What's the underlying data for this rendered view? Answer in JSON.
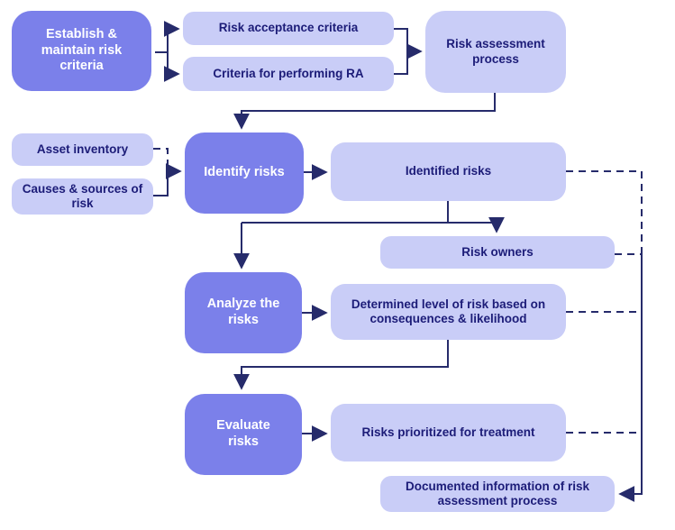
{
  "diagram": {
    "type": "flowchart",
    "colors": {
      "primary_node_fill": "#7b80ea",
      "secondary_node_fill": "#c9cdf7",
      "primary_node_text": "#ffffff",
      "secondary_node_text": "#1c1c78",
      "connector": "#262b6b",
      "background": "#ffffff"
    },
    "nodes": {
      "establish": {
        "label": "Establish & maintain risk criteria"
      },
      "acceptance": {
        "label": "Risk acceptance criteria"
      },
      "performing_ra": {
        "label": "Criteria for performing RA"
      },
      "process": {
        "label": "Risk assessment process"
      },
      "asset_inventory": {
        "label": "Asset inventory"
      },
      "causes_sources": {
        "label": "Causes & sources of risk"
      },
      "identify": {
        "label": "Identify risks"
      },
      "identified": {
        "label": "Identified risks"
      },
      "risk_owners": {
        "label": "Risk owners"
      },
      "analyze": {
        "label": "Analyze the risks"
      },
      "determined_level": {
        "label": "Determined level of risk based on consequences & likelihood"
      },
      "evaluate": {
        "label": "Evaluate risks"
      },
      "prioritized": {
        "label": "Risks prioritized for treatment"
      },
      "documented": {
        "label": "Documented information of risk assessment process"
      }
    },
    "edges": [
      {
        "from": "establish",
        "to": "acceptance",
        "style": "solid"
      },
      {
        "from": "establish",
        "to": "performing_ra",
        "style": "solid"
      },
      {
        "from": "acceptance",
        "to": "process",
        "style": "solid"
      },
      {
        "from": "performing_ra",
        "to": "process",
        "style": "solid"
      },
      {
        "from": "process",
        "to": "identify",
        "style": "solid"
      },
      {
        "from": "asset_inventory",
        "to": "identify",
        "style": "dashed"
      },
      {
        "from": "causes_sources",
        "to": "identify",
        "style": "solid"
      },
      {
        "from": "identify",
        "to": "identified",
        "style": "solid"
      },
      {
        "from": "identified",
        "to": "analyze",
        "style": "solid"
      },
      {
        "from": "identified",
        "to": "risk_owners",
        "style": "solid"
      },
      {
        "from": "analyze",
        "to": "determined_level",
        "style": "solid"
      },
      {
        "from": "determined_level",
        "to": "evaluate",
        "style": "solid"
      },
      {
        "from": "evaluate",
        "to": "prioritized",
        "style": "solid"
      },
      {
        "from": "identified",
        "to": "documented",
        "style": "dashed"
      },
      {
        "from": "risk_owners",
        "to": "documented",
        "style": "dashed"
      },
      {
        "from": "determined_level",
        "to": "documented",
        "style": "dashed"
      },
      {
        "from": "prioritized",
        "to": "documented",
        "style": "dashed"
      }
    ]
  }
}
